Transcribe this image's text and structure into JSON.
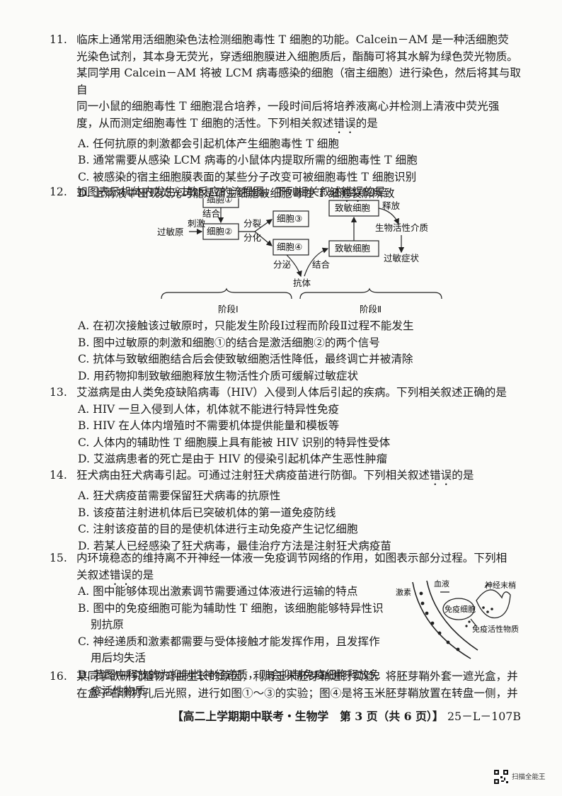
{
  "q11": {
    "num": "11.",
    "l1": "临床上通常用活细胞染色法检测细胞毒性 T 细胞的功能。Calcein－AM 是一种活细胞荧",
    "l2": "光染色试剂，其本身无荧光，穿透细胞膜进入细胞质后，酯酶可将其水解为绿色荧光物质。",
    "l3": "某同学用 Calcein－AM 将被 LCM 病毒感染的细胞（宿主细胞）进行染色，然后将其与取自",
    "l4": "同一小鼠的细胞毒性 T 细胞混合培养，一段时间后将培养液离心并检测上清液中荧光强",
    "l5a": "度，从而测定细胞毒性 T 细胞的活性。下列相关叙述",
    "l5b": "错误",
    "l5c": "的是",
    "A": "A. 任何抗原的刺激都会引起机体产生细胞毒性 T 细胞",
    "B": "B. 通常需要从感染 LCM 病毒的小鼠体内提取所需的细胞毒性 T 细胞",
    "C": "C. 被感染的宿主细胞膜表面的某些分子改变可被细胞毒性 T 细胞识别",
    "D": "D. 上清液中出现荧光可能是宿主细胞被细胞毒性 T 细胞裂解所致"
  },
  "q12": {
    "num": "12.",
    "stem_a": "如图表示机体内发生过敏反应的流程图，下列相关叙述",
    "stem_b": "错误",
    "stem_c": "的是",
    "A": "A. 在初次接触该过敏原时，只能发生阶段Ⅰ过程而阶段Ⅱ过程不能发生",
    "B": "B. 图中过敏原的刺激和细胞①的结合是激活细胞②的两个信号",
    "C": "C. 抗体与致敏细胞结合后会使致敏细胞活性降低，最终调亡并被清除",
    "D": "D. 用药物抑制致敏细胞释放生物活性介质可缓解过敏症状",
    "diagram": {
      "cell1": "细胞①",
      "cell2": "细胞②",
      "cell3": "细胞③",
      "cell4": "细胞④",
      "allergen": "过敏原",
      "stimulus": "刺激",
      "bind": "结合",
      "split1": "分裂",
      "split2": "分化",
      "secrete": "分泌",
      "antibody": "抗体",
      "bind2": "结合",
      "sens1": "致敏细胞",
      "sens2": "致敏细胞",
      "release": "释放",
      "mediator": "生物活性介质",
      "symptom": "过敏症状",
      "stage1": "阶段Ⅰ",
      "stage2": "阶段Ⅱ"
    }
  },
  "q13": {
    "num": "13.",
    "stem": "艾滋病是由人类免疫缺陷病毒（HIV）入侵到人体后引起的疾病。下列相关叙述正确的是",
    "A": "A. HIV 一旦入侵到人体，机体就不能进行特异性免疫",
    "B": "B. HIV 在人体内增殖时不需要机体提供能量和模板等",
    "C": "C. 人体内的辅助性 T 细胞膜上具有能被 HIV 识别的特异性受体",
    "D": "D. 艾滋病患者的死亡是由于 HIV 的侵染引起机体产生恶性肿瘤"
  },
  "q14": {
    "num": "14.",
    "stem_a": "狂犬病由狂犬病毒引起。可通过注射狂犬病疫苗进行防御。下列相关叙述",
    "stem_b": "错误",
    "stem_c": "的是",
    "A": "A. 狂犬病疫苗需要保留狂犬病毒的抗原性",
    "B": "B. 该疫苗注射进机体后已突破机体的第一道免疫防线",
    "C": "C. 注射该疫苗的目的是使机体进行主动免疫产生记忆细胞",
    "D": "D. 若某人已经感染了狂犬病毒，最佳治疗方法是注射狂犬病疫苗"
  },
  "q15": {
    "num": "15.",
    "l1": "内环境稳态的维持离不开神经一体液一免疫调节网络的作用，如图表示部分过程。下列相",
    "l2a": "关叙述",
    "l2b": "错误",
    "l2c": "的是",
    "A": "A. 图中能够体现出激素调节需要通过体液进行运输的特点",
    "B1": "B. 图中的免疫细胞可能为辅助性 T 细胞，该细胞能够特异性识",
    "B2": "别抗原",
    "C1": "C. 神经递质和激素都需要与受体接触才能发挥作用，且发挥作",
    "C2": "用后均失活",
    "D1": "D. 若图中释放的为抑制性神经递质，则会抑制免疫细胞释放免",
    "D2": "疫活性物质",
    "fig": {
      "blood": "血液",
      "hormone": "激素",
      "nerve": "神经末梢",
      "immune_cell": "免疫细胞",
      "substance": "免疫活性物质"
    }
  },
  "q16": {
    "num": "16.",
    "l1": "某同学欲研究植物弯曲生长的原因，利用玉米胚芽鞘进行实验。将胚芽鞘外套一遮光盒，并",
    "l2": "在盒子右侧打孔后光照，进行如图①～③的实验；图④是将玉米胚芽鞘放置在转盘一侧，并"
  },
  "footer": {
    "title": "【高二上学期期中联考・生物学　第 3 页（共 6 页）】",
    "code": "25－L－107B"
  },
  "watermark": {
    "label": "扫描全能王",
    "icon": "qr-code-icon"
  }
}
